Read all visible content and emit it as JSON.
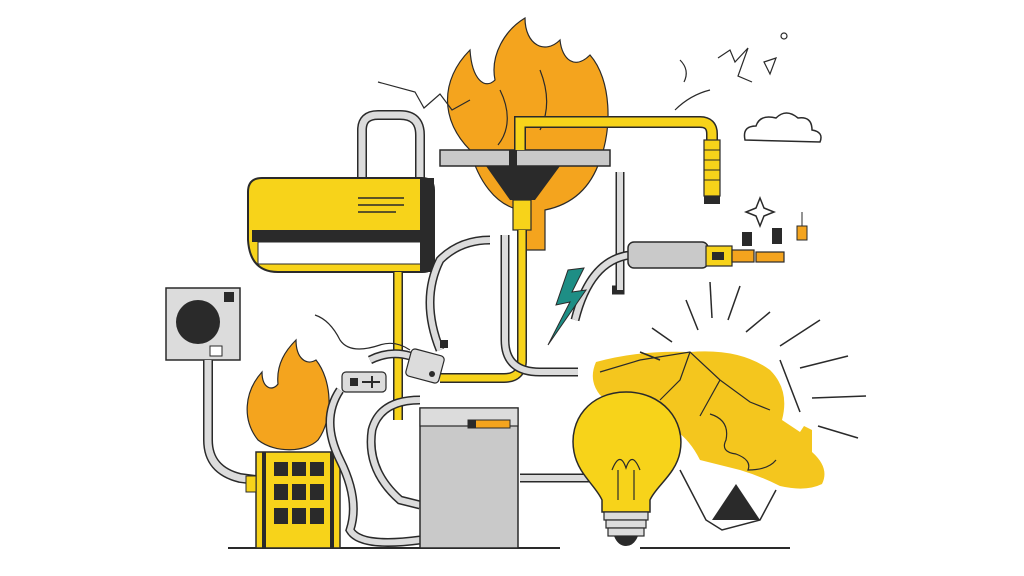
{
  "illustration": {
    "palette": {
      "yellow": "#F7D31A",
      "orange": "#F4A41E",
      "dark_orange": "#E8911A",
      "gray": "#C9C9C9",
      "light_gray": "#DCDCDC",
      "outline": "#2A2A2A",
      "teal": "#1E8E85",
      "white": "#FFFFFF"
    },
    "elements": [
      {
        "name": "air-conditioner",
        "icon": "ac-unit-icon"
      },
      {
        "name": "large-flame",
        "icon": "flame-icon"
      },
      {
        "name": "small-flame",
        "icon": "flame-icon"
      },
      {
        "name": "range-hood",
        "icon": "hood-icon"
      },
      {
        "name": "wall-outlet",
        "icon": "outlet-icon"
      },
      {
        "name": "space-heater",
        "icon": "heater-grid-icon"
      },
      {
        "name": "power-box",
        "icon": "box-icon"
      },
      {
        "name": "light-bulb",
        "icon": "bulb-icon"
      },
      {
        "name": "lightning-bolt",
        "icon": "bolt-icon"
      },
      {
        "name": "plug-connector",
        "icon": "plug-icon"
      },
      {
        "name": "fire-blob",
        "icon": "blob-icon"
      },
      {
        "name": "cloud",
        "icon": "cloud-icon"
      },
      {
        "name": "sparkle",
        "icon": "sparkle-icon"
      }
    ]
  }
}
